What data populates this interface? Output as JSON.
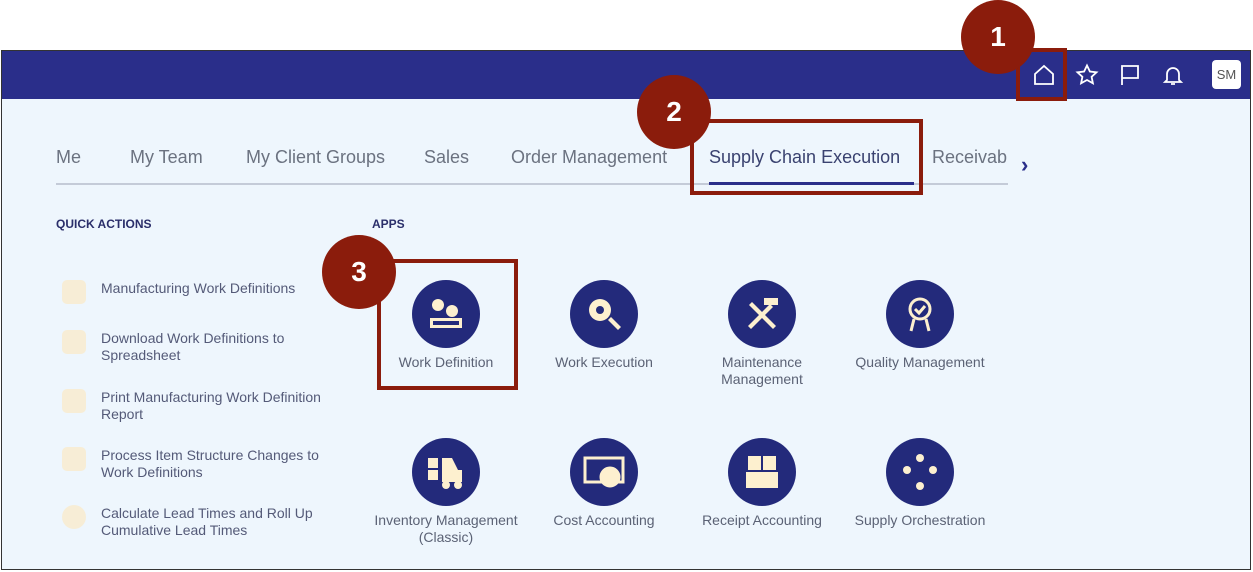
{
  "header": {
    "avatar": "SM",
    "icons": [
      "home-icon",
      "star-icon",
      "flag-icon",
      "bell-icon"
    ]
  },
  "tabs": [
    "Me",
    "My Team",
    "My Client Groups",
    "Sales",
    "Order Management",
    "Supply Chain Execution",
    "Receivable"
  ],
  "active_tab": "Supply Chain Execution",
  "next_symbol": "›",
  "quick_actions": {
    "title": "QUICK ACTIONS",
    "items": [
      "Manufacturing Work Definitions",
      "Download Work Definitions to Spreadsheet",
      "Print Manufacturing Work Definition Report",
      "Process Item Structure Changes to Work Definitions",
      "Calculate Lead Times and Roll Up Cumulative Lead Times"
    ]
  },
  "apps": {
    "title": "APPS",
    "items": [
      "Work Definition",
      "Work Execution",
      "Maintenance Management",
      "Quality Management",
      "Inventory Management (Classic)",
      "Cost Accounting",
      "Receipt Accounting",
      "Supply Orchestration"
    ]
  },
  "annotations": [
    "1",
    "2",
    "3"
  ],
  "colors": {
    "header": "#2a2e8a",
    "app_circle": "#232a7b",
    "annotation": "#8b1c0c",
    "background": "#eef6fd"
  }
}
